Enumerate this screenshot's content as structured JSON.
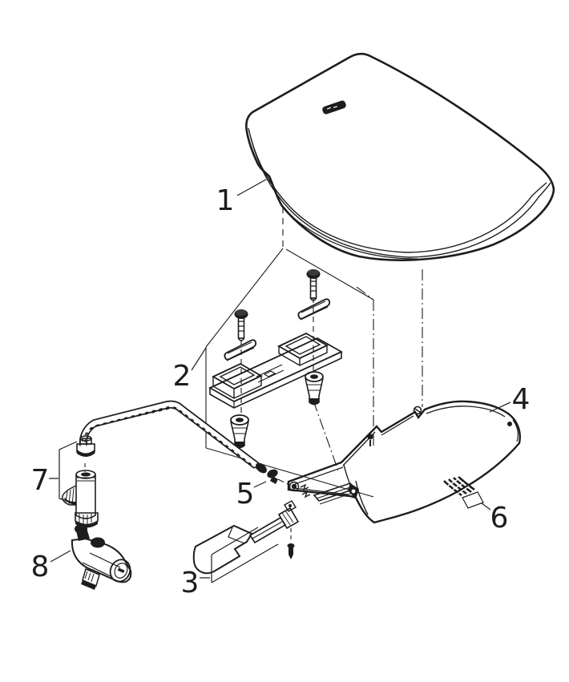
{
  "diagram": {
    "background": "#ffffff",
    "line_color": "#1d1d1b",
    "icons": {
      "brand_mark": "grohe-logo-mark"
    },
    "callouts": [
      "1",
      "2",
      "3",
      "4",
      "5",
      "6",
      "7",
      "8"
    ]
  }
}
